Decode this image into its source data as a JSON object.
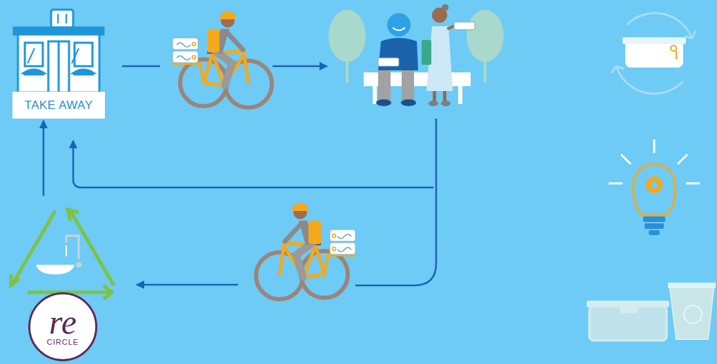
{
  "diagram": {
    "nodes": [
      {
        "text": [
          "TAKE AWAY"
        ]
      },
      {
        "text": [
          "re",
          "CIRCLE"
        ]
      }
    ],
    "edges": [
      {
        "from": 1,
        "to": 0,
        "arrow": "to"
      }
    ]
  }
}
